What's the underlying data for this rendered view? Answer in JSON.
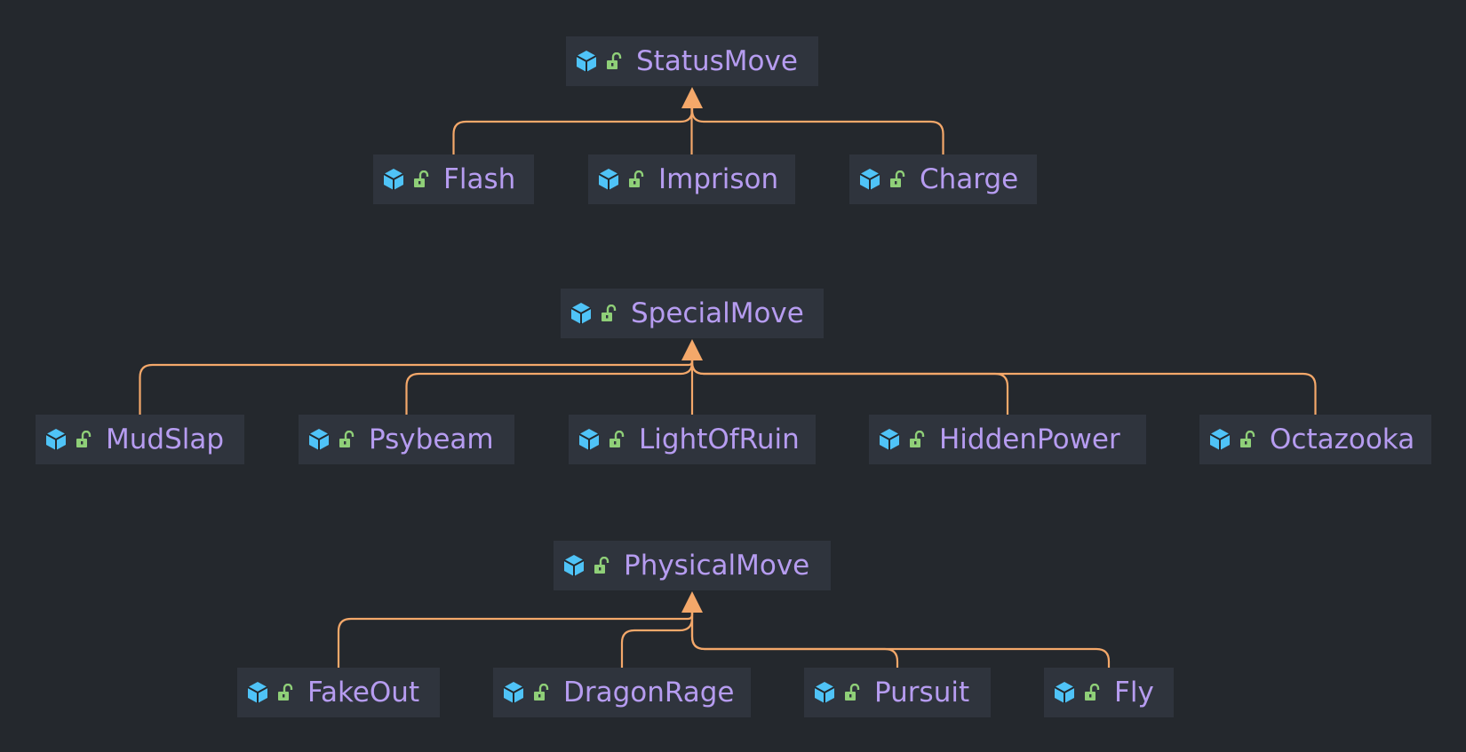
{
  "diagram": {
    "colors": {
      "background": "#24282d",
      "node_fill": "#2f343d",
      "label": "#b69cf0",
      "edge": "#f4a86a",
      "class_icon": "#4fc3f7",
      "access_icon": "#8fcf78"
    },
    "icons": {
      "class": "class-cube-icon",
      "access": "unlocked-padlock-icon"
    },
    "nodes": [
      {
        "id": "statusmove",
        "label": "StatusMove"
      },
      {
        "id": "flash",
        "label": "Flash"
      },
      {
        "id": "imprison",
        "label": "Imprison"
      },
      {
        "id": "charge",
        "label": "Charge"
      },
      {
        "id": "specialmove",
        "label": "SpecialMove"
      },
      {
        "id": "mudslap",
        "label": "MudSlap"
      },
      {
        "id": "psybeam",
        "label": "Psybeam"
      },
      {
        "id": "lightofruin",
        "label": "LightOfRuin"
      },
      {
        "id": "hiddenpower",
        "label": "HiddenPower"
      },
      {
        "id": "octazooka",
        "label": "Octazooka"
      },
      {
        "id": "physicalmove",
        "label": "PhysicalMove"
      },
      {
        "id": "fakeout",
        "label": "FakeOut"
      },
      {
        "id": "dragonrage",
        "label": "DragonRage"
      },
      {
        "id": "pursuit",
        "label": "Pursuit"
      },
      {
        "id": "fly",
        "label": "Fly"
      }
    ],
    "edges": [
      {
        "from": "flash",
        "to": "statusmove",
        "type": "inheritance"
      },
      {
        "from": "imprison",
        "to": "statusmove",
        "type": "inheritance"
      },
      {
        "from": "charge",
        "to": "statusmove",
        "type": "inheritance"
      },
      {
        "from": "mudslap",
        "to": "specialmove",
        "type": "inheritance"
      },
      {
        "from": "psybeam",
        "to": "specialmove",
        "type": "inheritance"
      },
      {
        "from": "lightofruin",
        "to": "specialmove",
        "type": "inheritance"
      },
      {
        "from": "hiddenpower",
        "to": "specialmove",
        "type": "inheritance"
      },
      {
        "from": "octazooka",
        "to": "specialmove",
        "type": "inheritance"
      },
      {
        "from": "fakeout",
        "to": "physicalmove",
        "type": "inheritance"
      },
      {
        "from": "dragonrage",
        "to": "physicalmove",
        "type": "inheritance"
      },
      {
        "from": "pursuit",
        "to": "physicalmove",
        "type": "inheritance"
      },
      {
        "from": "fly",
        "to": "physicalmove",
        "type": "inheritance"
      }
    ]
  }
}
